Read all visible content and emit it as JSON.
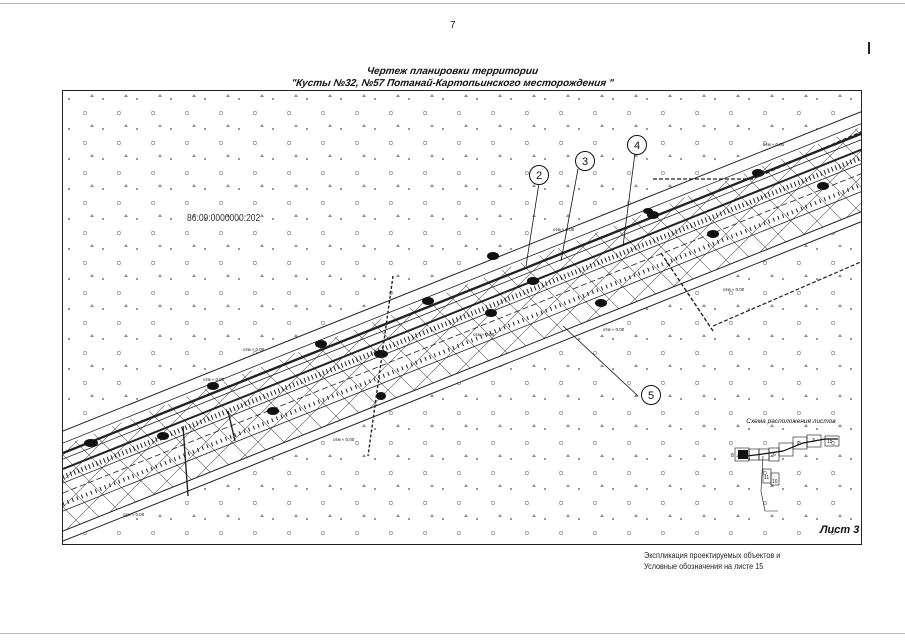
{
  "page_number": "7",
  "title": {
    "line1": "Чертеж планировки территории",
    "line2": "\"Кусты №32, №57 Потанай-Картопьинского месторождения \""
  },
  "drawing": {
    "parcel_number": "86:09:0000000:202",
    "sheet_label": "Лист 3",
    "callouts": [
      "2",
      "3",
      "4",
      "5"
    ],
    "scheme_title": "Схема расположения листов",
    "scheme_labels": [
      "8",
      "6",
      "2",
      "3",
      "15",
      "11",
      "10"
    ]
  },
  "note": {
    "line1": "Экспликация проектируемых объектов и",
    "line2": "Условные обозначения на листе 15"
  }
}
